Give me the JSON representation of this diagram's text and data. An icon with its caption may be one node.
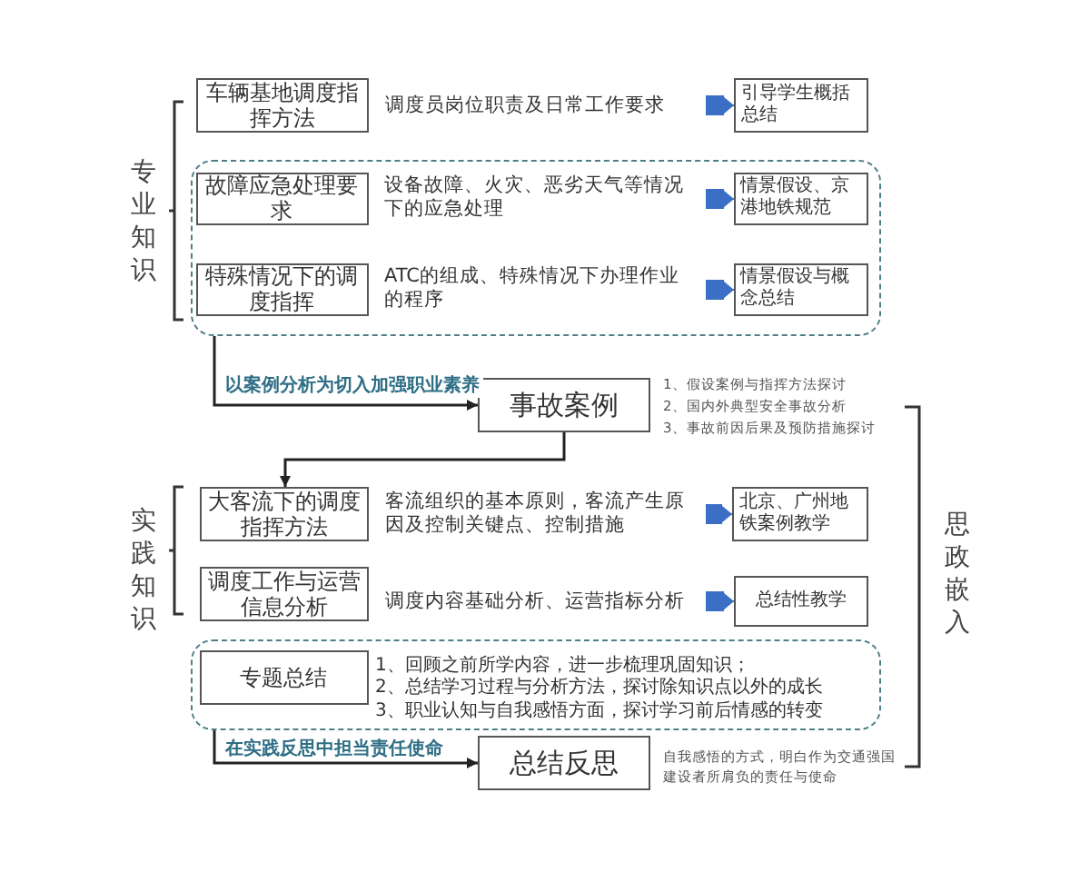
{
  "diagram": {
    "nodes": [
      {
        "text": [
          "车辆基地调度指挥方法"
        ]
      },
      {
        "text": [
          "调度员岗位职责及日常工作要求"
        ]
      },
      {
        "text": [
          "引导学生概括总结"
        ]
      },
      {
        "text": [],
        "shape": "box"
      },
      {
        "text": [
          "故障应急处理要求"
        ],
        "in": 3
      },
      {
        "text": [
          "设备故障、火灾、恶劣天气等情况下的应急处理"
        ],
        "in": 3
      },
      {
        "text": [
          "情景假设、京港地铁规范"
        ],
        "in": 3
      },
      {
        "text": [
          "特殊情况下的调度指挥"
        ],
        "in": 3
      },
      {
        "text": [
          "ATC的组成、特殊情况下办理作业的程序"
        ],
        "in": 3
      },
      {
        "text": [
          "情景假设与概念总结"
        ],
        "in": 3
      },
      {
        "text": [
          "事故案例"
        ],
        "beside": [
          "1、假设案例与指挥方法探讨",
          "2、国内外典型安全事故分析",
          "3、事故前因后果及预防措施探讨"
        ]
      },
      {
        "text": [
          "大客流下的调度指挥方法"
        ]
      },
      {
        "text": [
          "客流组织的基本原则，客流产生原因及控制关键点、控制措施"
        ]
      },
      {
        "text": [
          "北京、广州地铁案例教学"
        ]
      },
      {
        "text": [
          "调度工作与运营信息分析"
        ]
      },
      {
        "text": [
          "调度内容基础分析、运营指标分析"
        ]
      },
      {
        "text": [
          "总结性教学"
        ]
      },
      {
        "text": [],
        "shape": "box"
      },
      {
        "text": [
          "专题总结"
        ],
        "in": 17,
        "beside": [
          "1、回顾之前所学内容，进一步梳理巩固知识；",
          "2、总结学习过程与分析方法，探讨除知识点以外的成长",
          "3、职业认知与自我感悟方面，探讨学习前后情感的转变"
        ]
      },
      {
        "text": [
          "总结反思"
        ],
        "beside": [
          "自我感悟的方式，明白作为交通强国建设者所肩负的责任与使命"
        ]
      }
    ],
    "edges": [
      {
        "from": 1,
        "to": 2,
        "arrow": "to"
      },
      {
        "from": 5,
        "to": 6,
        "arrow": "to"
      },
      {
        "from": 8,
        "to": 9,
        "arrow": "to"
      },
      {
        "from": 3,
        "to": 10,
        "arrow": "to",
        "label": "以案例分析为切入加强职业素养",
        "color": "#222222"
      },
      {
        "from": 10,
        "to": 11,
        "arrow": "to",
        "color": "#222222"
      },
      {
        "from": 12,
        "to": 13,
        "arrow": "to"
      },
      {
        "from": 15,
        "to": 16,
        "arrow": "to"
      },
      {
        "from": 17,
        "to": 19,
        "arrow": "to",
        "label": "在实践反思中担当责任使命",
        "color": "#222222"
      }
    ],
    "labels": [
      "专业知识",
      "实践知识",
      "思政嵌入"
    ]
  }
}
